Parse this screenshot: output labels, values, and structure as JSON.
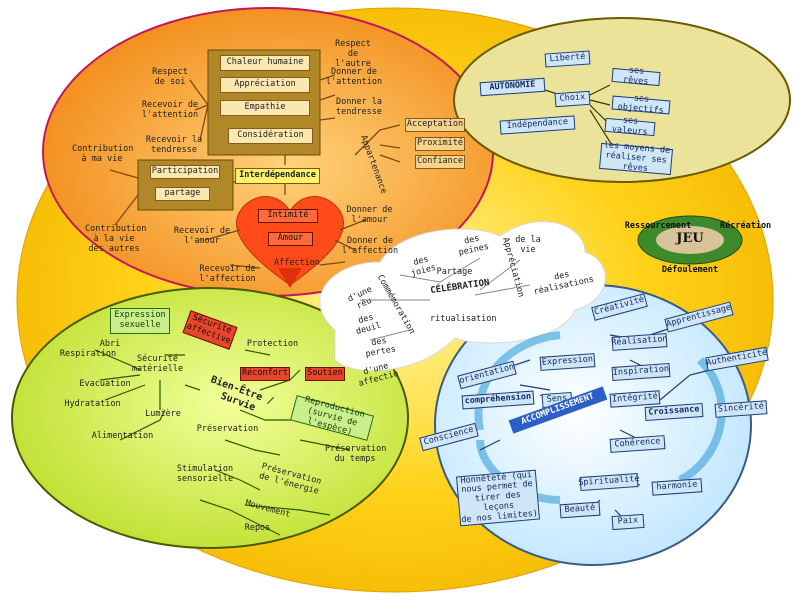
{
  "center": {
    "interdependance": "Interdépendance",
    "celebration": "CÉLÉBRATION",
    "accomplissement": "ACCOMPLISSEMENT",
    "bien_etre": "Bien-Être / Survie",
    "autonomie": "AUTONOMIE",
    "jeu": "JEU"
  },
  "orange": {
    "respect_soi": "Respect\nde soi",
    "recevoir_attention": "Recevoir de\nl'attention",
    "recevoir_tendresse": "Recevoir la\ntendresse",
    "chaleur": "Chaleur humaine",
    "appreciation": "Appréciation",
    "empathie": "Empathie",
    "consideration": "Considération",
    "respect_autre": "Respect\nde l'autre",
    "donner_attention": "Donner de\nl'attention",
    "donner_tendresse": "Donner la\ntendresse",
    "acceptation": "Acceptation",
    "proximite": "Proximité",
    "confiance": "Confiance",
    "appartenance": "Appartenance",
    "contribution_vie": "Contribution\nà ma vie",
    "participation": "Participation",
    "partage": "partage",
    "contribution_autres": "Contribution\nà la vie\ndes autres",
    "recevoir_amour": "Recevoir de\nl'amour",
    "intimite": "Intimité",
    "amour": "Amour",
    "affection": "Affection",
    "donner_amour": "Donner de\nl'amour",
    "donner_affection": "Donner de\nl'affection",
    "recevoir_affection": "Recevoir de\nl'affection"
  },
  "autonomie_box": {
    "liberte": "Liberté",
    "choix": "Choix",
    "independance": "Indépendance",
    "reves": "ses rêves",
    "objectifs": "ses objectifs",
    "valeurs": "ses valeurs",
    "moyens": "les moyens de\nréaliser ses rêves"
  },
  "jeu": {
    "ressourcement": "Ressourcement",
    "recreation": "Récréation",
    "defoulement": "Défoulement"
  },
  "celebration": {
    "joies": "des joies",
    "peines": "des peines",
    "vie": "de la vie",
    "partage": "Partage",
    "appreciation": "Appréciation",
    "realisations": "des réalisations",
    "union": "d'une réu",
    "commemoration": "Commémoration",
    "deuil": "des deuil",
    "pertes": "des pertes",
    "ritualisation": "ritualisation",
    "affectio": "d'une affectio"
  },
  "green": {
    "expression": "Expression\nsexuelle",
    "securite_affective": "Sécurité\naffective",
    "abri": "Abri",
    "respiration": "Respiration",
    "securite_materielle": "Sécurité\nmatérielle",
    "protection": "Protection",
    "reconfort": "Réconfort",
    "soutien": "Soutien",
    "evacuation": "Evacuation",
    "hydratation": "Hydratation",
    "lumiere": "Lumière",
    "alimentation": "Alimentation",
    "preservation": "Préservation",
    "reproduction": "Reproduction\n(survie de l'espèce)",
    "preservation_temps": "Préservation\ndu temps",
    "stimulation": "Stimulation\nsensorielle",
    "preservation_energie": "Préservation\nde l'énergie",
    "mouvement": "Mouvement",
    "repos": "Repos"
  },
  "blue": {
    "creativite": "Créativité",
    "apprentissage": "Apprentissage",
    "realisation": "Réalisation",
    "expression": "Expression",
    "orientation": "orientation",
    "comprehension": "compréhension",
    "sens": "Sens",
    "inspiration": "Inspiration",
    "authenticite": "Authenticité",
    "integrite": "Intégrité",
    "croissance": "Croissance",
    "sincerite": "Sincérité",
    "conscience": "Conscience",
    "coherence": "Cohérence",
    "honnetete": "Honnêteté (qui\nnous permet de\ntirer des leçons\nde nos limites)",
    "spiritualite": "Spiritualité",
    "harmonie": "harmonie",
    "beaute": "Beauté",
    "paix": "Paix"
  },
  "colors": {
    "big_yellow": "#ffd21a",
    "orange": "#f7941d",
    "olive": "#e8e08a",
    "green": "#d8f04a",
    "blue": "#d5efff",
    "celebration": "#ffffff"
  }
}
